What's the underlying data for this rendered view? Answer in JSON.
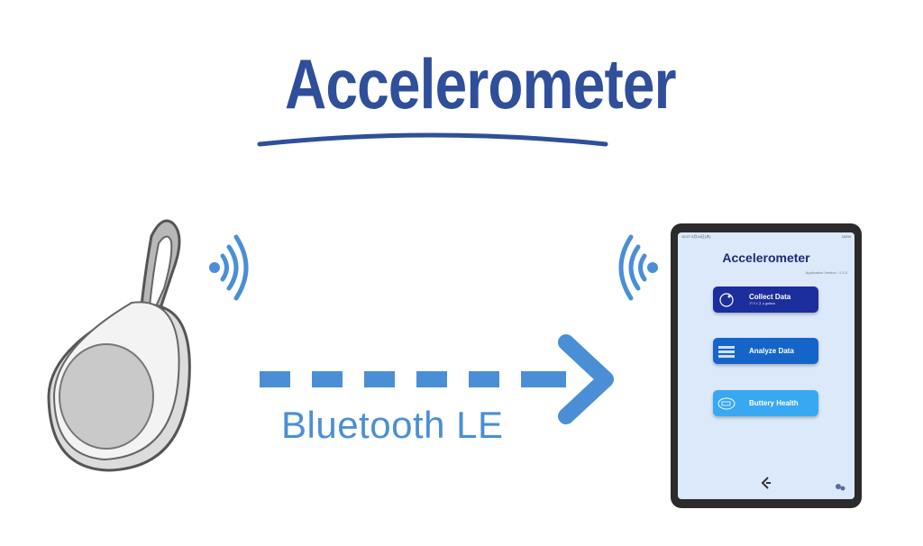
{
  "title": "Accelerometer",
  "link_label": "Bluetooth LE",
  "colors": {
    "title": "#2f4f9a",
    "accent_blue": "#4a8fd6",
    "tablet_frame": "#2b2b2b",
    "screen_bg": "#dbe9fb"
  },
  "tablet_app": {
    "status_left": "10:27  5月16日(木)",
    "status_right": "100%",
    "title": "Accelerometer",
    "version": "Application Version : 2.1.0",
    "buttons": [
      {
        "label": "Collect Data",
        "sublabel": "デバイス ● gattara",
        "icon": "record-icon",
        "color": "#1c2d9c"
      },
      {
        "label": "Analyze Data",
        "icon": "database-icon",
        "color": "#1565c8"
      },
      {
        "label": "Buttery Health",
        "icon": "battery-icon",
        "color": "#39a8f2"
      }
    ]
  },
  "icons": [
    "wave-emit-icon",
    "wave-receive-icon",
    "arrow-right-icon",
    "sensor-device",
    "tablet-device",
    "logo-icon",
    "settings-icon"
  ]
}
